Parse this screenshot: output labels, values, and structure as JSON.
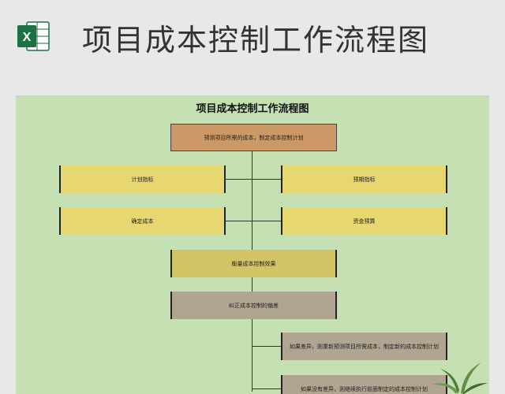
{
  "header": {
    "title": "项目成本控制工作流程图",
    "logo_icon": "excel-icon",
    "logo_letter": "X",
    "accent_color": "#1e7145"
  },
  "flowchart": {
    "title": "项目成本控制工作流程图",
    "nodes": [
      {
        "id": "n1",
        "label": "预测项目所需的成本，制定成本控制计划"
      },
      {
        "id": "n2",
        "label": "计划指标"
      },
      {
        "id": "n3",
        "label": "预期指标"
      },
      {
        "id": "n4",
        "label": "确定成本"
      },
      {
        "id": "n5",
        "label": "资金预算"
      },
      {
        "id": "n6",
        "label": "衡量成本控制效果"
      },
      {
        "id": "n7",
        "label": "纠正成本控制的偏差"
      },
      {
        "id": "n8",
        "label": "如果差异，则重新预测项目所需成本，制定新的成本控制计划"
      },
      {
        "id": "n9",
        "label": "如果没有差异，则继续执行前面制定的成本控制计划"
      }
    ],
    "colors": {
      "background": "#c5e0b3",
      "plan": "#cc9966",
      "indicators": "#e6d770",
      "measure": "#d2c466",
      "correct": "#b0a590"
    }
  }
}
